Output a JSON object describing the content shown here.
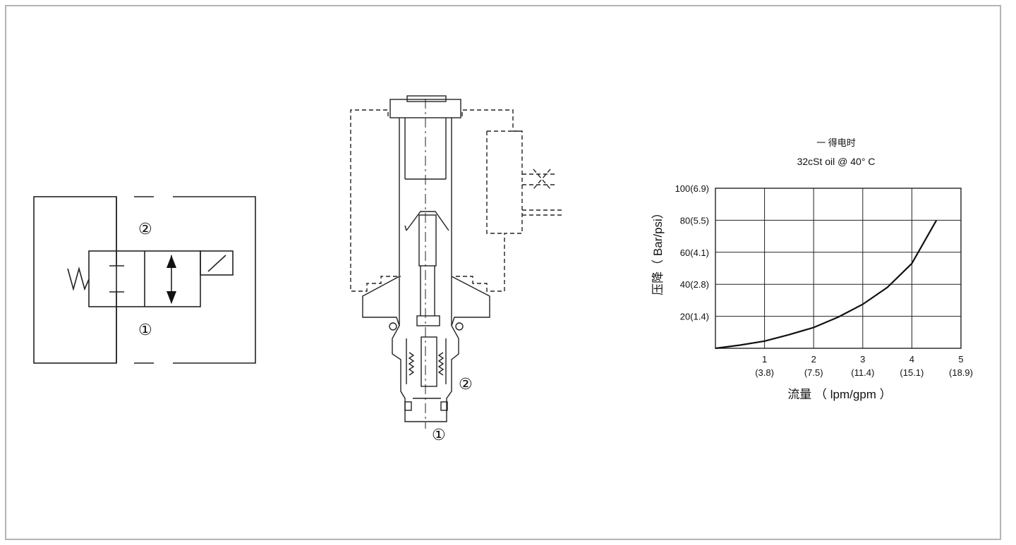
{
  "symbol": {
    "port2": "②",
    "port1": "①"
  },
  "section": {
    "port2": "②",
    "port1": "①"
  },
  "chart_data": {
    "type": "line",
    "title": "一 得电时",
    "subtitle": "32cSt oil @ 40°  C",
    "xlabel": "流量 （ lpm/gpm ）",
    "ylabel": "压降（ Bar/psi）",
    "xlim": [
      0,
      5
    ],
    "ylim": [
      0,
      100
    ],
    "grid": true,
    "x_ticks": [
      {
        "value": 1,
        "label": "1",
        "sub": "(3.8)"
      },
      {
        "value": 2,
        "label": "2",
        "sub": "(7.5)"
      },
      {
        "value": 3,
        "label": "3",
        "sub": "(11.4)"
      },
      {
        "value": 4,
        "label": "4",
        "sub": "(15.1)"
      },
      {
        "value": 5,
        "label": "5",
        "sub": "(18.9)"
      }
    ],
    "y_ticks": [
      {
        "value": 20,
        "label": "20(1.4)"
      },
      {
        "value": 40,
        "label": "40(2.8)"
      },
      {
        "value": 60,
        "label": "60(4.1)"
      },
      {
        "value": 80,
        "label": "80(5.5)"
      },
      {
        "value": 100,
        "label": "100(6.9)"
      }
    ],
    "series": [
      {
        "x": [
          0,
          0.5,
          1,
          1.5,
          2,
          2.5,
          3,
          3.5,
          4,
          4.5
        ],
        "y": [
          0,
          2,
          4.5,
          8.5,
          13,
          19.5,
          27.5,
          38,
          53,
          80
        ]
      }
    ]
  }
}
